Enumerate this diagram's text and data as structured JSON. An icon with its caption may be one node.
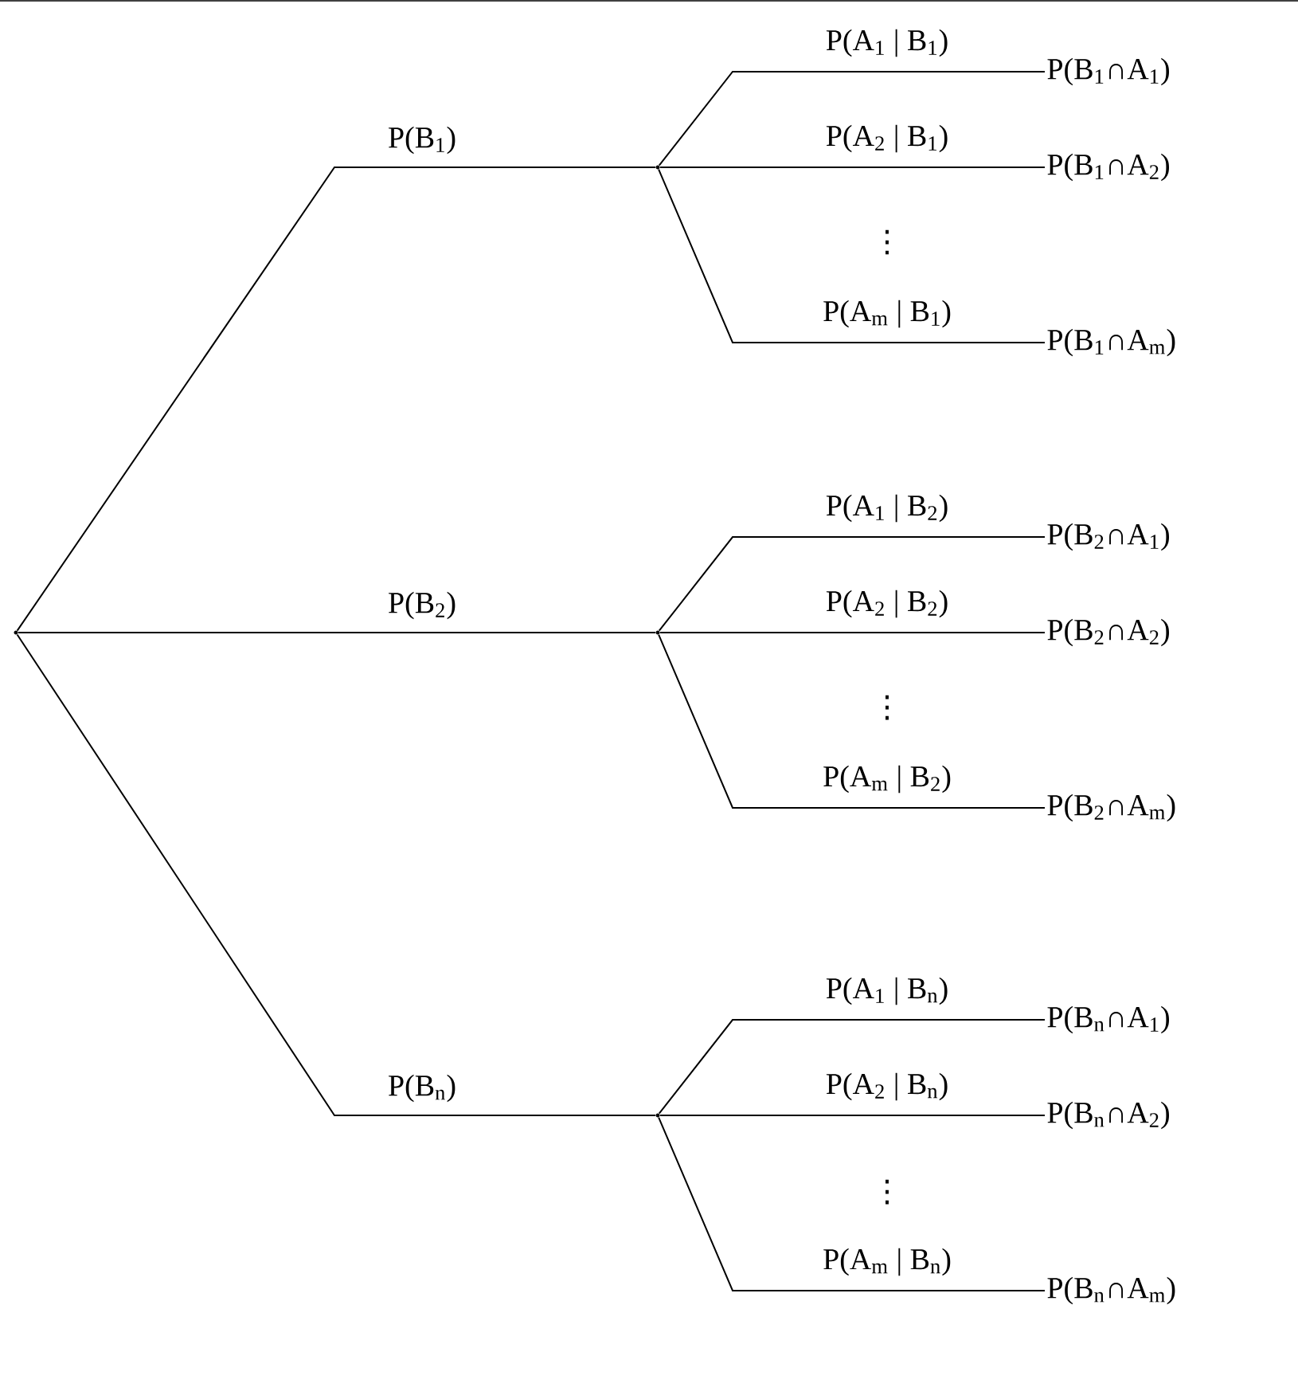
{
  "diagram": {
    "nodes": [
      {
        "text": [],
        "shape": "point"
      },
      {
        "text": [],
        "shape": "point"
      },
      {
        "text": [
          "P(B$_{1}$∩A$_{1}$)"
        ]
      },
      {
        "text": [
          "P(B$_{1}$∩A$_{2}$)"
        ]
      },
      {
        "text": [
          "P(B$_{1}$∩A$_{m}$)"
        ]
      },
      {
        "text": [],
        "shape": "point"
      },
      {
        "text": [
          "P(B$_{2}$∩A$_{1}$)"
        ]
      },
      {
        "text": [
          "P(B$_{2}$∩A$_{2}$)"
        ]
      },
      {
        "text": [
          "P(B$_{2}$∩A$_{m}$)"
        ]
      },
      {
        "text": [],
        "shape": "point"
      },
      {
        "text": [
          "P(B$_{n}$∩A$_{1}$)"
        ]
      },
      {
        "text": [
          "P(B$_{n}$∩A$_{2}$)"
        ]
      },
      {
        "text": [
          "P(B$_{n}$∩A$_{m}$)"
        ]
      }
    ],
    "edges": [
      {
        "from": 0,
        "to": 1,
        "arrow": "none",
        "label": "P(B$_{1}$)"
      },
      {
        "from": 1,
        "to": 2,
        "arrow": "none",
        "label": "P(A$_{1}$ | B$_{1}$)"
      },
      {
        "from": 1,
        "to": 3,
        "arrow": "none",
        "label": "P(A$_{2}$ | B$_{1}$)"
      },
      {
        "from": 1,
        "to": 4,
        "arrow": "none",
        "label": "P(A$_{m}$ | B$_{1}$)"
      },
      {
        "from": 0,
        "to": 5,
        "arrow": "none",
        "label": "P(B$_{2}$)"
      },
      {
        "from": 5,
        "to": 6,
        "arrow": "none",
        "label": "P(A$_{1}$ | B$_{2}$)"
      },
      {
        "from": 5,
        "to": 7,
        "arrow": "none",
        "label": "P(A$_{2}$ | B$_{2}$)"
      },
      {
        "from": 5,
        "to": 8,
        "arrow": "none",
        "label": "P(A$_{m}$ | B$_{2}$)"
      },
      {
        "from": 0,
        "to": 9,
        "arrow": "none",
        "label": "P(B$_{n}$)"
      },
      {
        "from": 9,
        "to": 10,
        "arrow": "none",
        "label": "P(A$_{1}$ | B$_{n}$)"
      },
      {
        "from": 9,
        "to": 11,
        "arrow": "none",
        "label": "P(A$_{2}$ | B$_{n}$)"
      },
      {
        "from": 9,
        "to": 12,
        "arrow": "none",
        "label": "P(A$_{m}$ | B$_{n}$)"
      }
    ],
    "labels": [
      "⋮",
      "⋮",
      "⋮"
    ]
  }
}
